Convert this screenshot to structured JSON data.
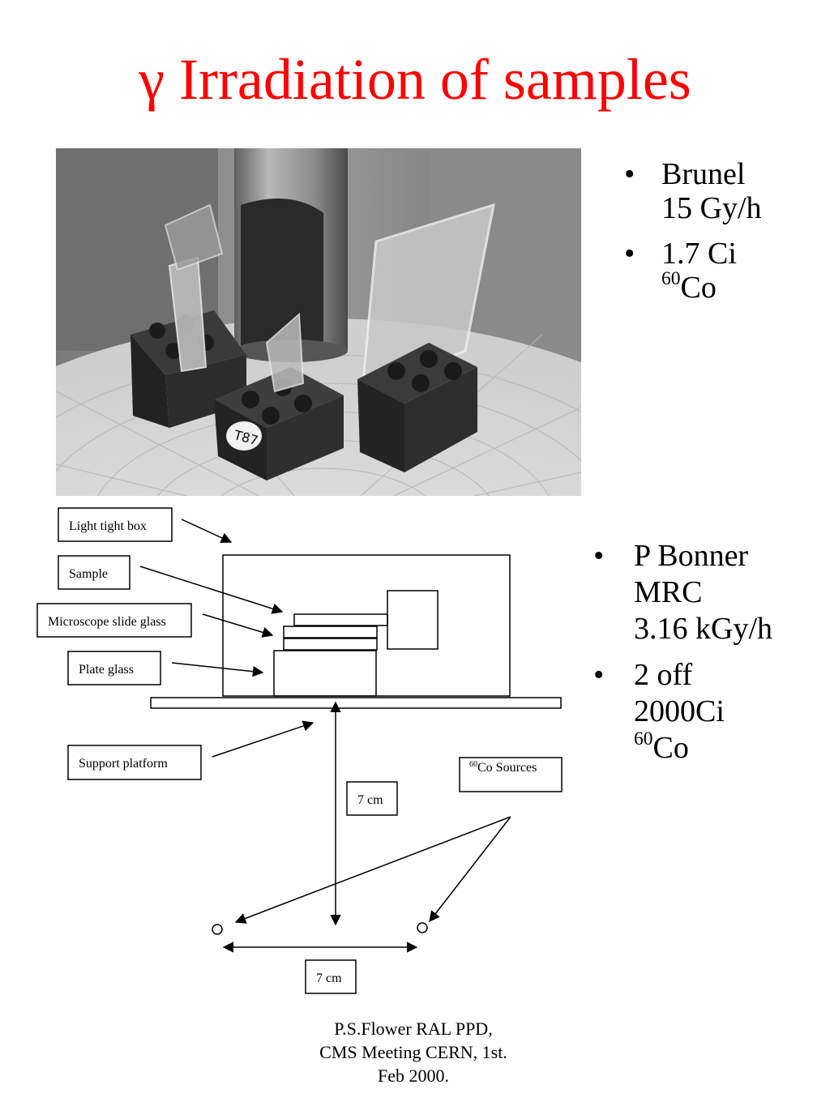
{
  "slide": {
    "title": "γ Irradiation of samples"
  },
  "bullets_top": [
    {
      "line1": "Brunel",
      "line2": "15 Gy/h"
    },
    {
      "line1": "1.7 Ci",
      "sup": "60",
      "line2": "Co"
    }
  ],
  "bullets_bottom": [
    {
      "line1": "P Bonner",
      "line2": "MRC",
      "line3": "3.16 kGy/h"
    },
    {
      "line1": "2 off",
      "line2": "2000Ci",
      "sup": "60",
      "line3": "Co"
    }
  ],
  "bullet_glyph": "•",
  "diagram": {
    "labels": {
      "light_tight_box": "Light tight box",
      "sample": "Sample",
      "microscope_slide_glass": "Microscope slide glass",
      "plate_glass": "Plate glass",
      "support_platform": "Support platform",
      "co_sources_sup": "60",
      "co_sources": "Co Sources",
      "distance_vertical": "7 cm",
      "distance_horizontal": "7 cm"
    }
  },
  "footer": {
    "line1": "P.S.Flower RAL PPD,",
    "line2": "CMS Meeting CERN, 1st.",
    "line3": "Feb 2000."
  }
}
